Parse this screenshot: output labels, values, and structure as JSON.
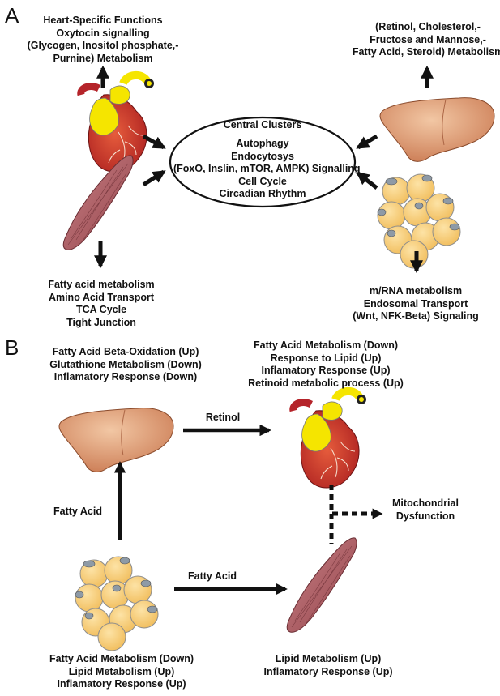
{
  "panels": {
    "a": "A",
    "b": "B"
  },
  "panel_a": {
    "heart_functions": [
      "Heart-Specific Functions",
      "Oxytocin signalling",
      "(Glycogen, Inositol phosphate,-",
      "Purnine) Metabolism"
    ],
    "liver_functions": [
      "(Retinol, Cholesterol,-",
      "Fructose and Mannose,-",
      "Fatty Acid, Steroid) Metabolism"
    ],
    "central_title": "Central Clusters",
    "central_items": [
      "Autophagy",
      "Endocytosys",
      "(FoxO, Inslin, mTOR, AMPK) Signalling",
      "Cell Cycle",
      "Circadian Rhythm"
    ],
    "muscle_functions": [
      "Fatty acid metabolism",
      "Amino Acid Transport",
      "TCA Cycle",
      "Tight Junction"
    ],
    "adipose_functions": [
      "m/RNA metabolism",
      "Endosomal Transport",
      "(Wnt, NFK-Beta) Signaling"
    ]
  },
  "panel_b": {
    "liver_changes": [
      "Fatty Acid Beta-Oxidation (Up)",
      "Glutathione Metabolism (Down)",
      "Inflamatory Response (Down)"
    ],
    "heart_changes": [
      "Fatty Acid Metabolism (Down)",
      "Response to Lipid (Up)",
      "Inflamatory Response (Up)",
      "Retinoid metabolic process (Up)"
    ],
    "retinol_label": "Retinol",
    "fatty_acid_up_label": "Fatty Acid",
    "fatty_acid_right_label": "Fatty Acid",
    "mito_label": [
      "Mitochondrial",
      "Dysfunction"
    ],
    "adipose_changes": [
      "Fatty Acid Metabolism (Down)",
      "Lipid Metabolism (Up)",
      "Inflamatory Response (Up)"
    ],
    "muscle_changes": [
      "Lipid Metabolism (Up)",
      "Inflamatory Response (Up)"
    ]
  },
  "colors": {
    "liver": "#d9936a",
    "heart_red": "#c8282a",
    "heart_yellow": "#f5e500",
    "muscle": "#a85c62",
    "adipocyte": "#f7cf7a",
    "nucleus": "#8e9aa6"
  }
}
